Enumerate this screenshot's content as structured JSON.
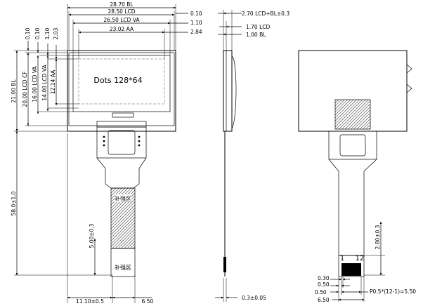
{
  "front_view": {
    "top_dims": {
      "bl_width": "28.70 BL",
      "lcd_width": "28.50 LCD",
      "va_width": "26.50 LCD VA",
      "aa_width": "23.02 AA",
      "off_1": "0.10",
      "off_2": "1.10",
      "off_3": "2.84"
    },
    "left_top_dims": {
      "d1": "0.10",
      "d2": "0.10",
      "d3": "1.10",
      "d4": "2.03"
    },
    "left_dims": {
      "bl_height": "21.00 BL",
      "lcd_cf_height": "20.00 LCD CF",
      "lcd_va_height": "16.00 LCD VA",
      "va_height": "14.00 LCD VA",
      "aa_height": "12.14 AA",
      "total_length": "58.0±1.0"
    },
    "screen_text": "Dots 128*64",
    "fpc_label_top": "补强区",
    "fpc_label_bottom": "补强区",
    "fpc_dim": "5.00±0.3",
    "bottom_dims": {
      "offset": "11.10±0.5",
      "width": "6.50"
    }
  },
  "side_view": {
    "dims": {
      "total": "2.70 LCD+BL±0.3",
      "lcd": "1.70 LCD",
      "bl": "1.00 BL"
    },
    "fpc_thickness": "0.3±0.05"
  },
  "back_view": {
    "pin_first": "1",
    "pin_last": "12",
    "fpc_dim": "2.80±0.3",
    "bottom_dims": {
      "d1": "0.30",
      "d2": "0.50",
      "d3": "0.50",
      "pitch": "P0.5*(12-1)=5.50",
      "width": "6.50"
    }
  }
}
